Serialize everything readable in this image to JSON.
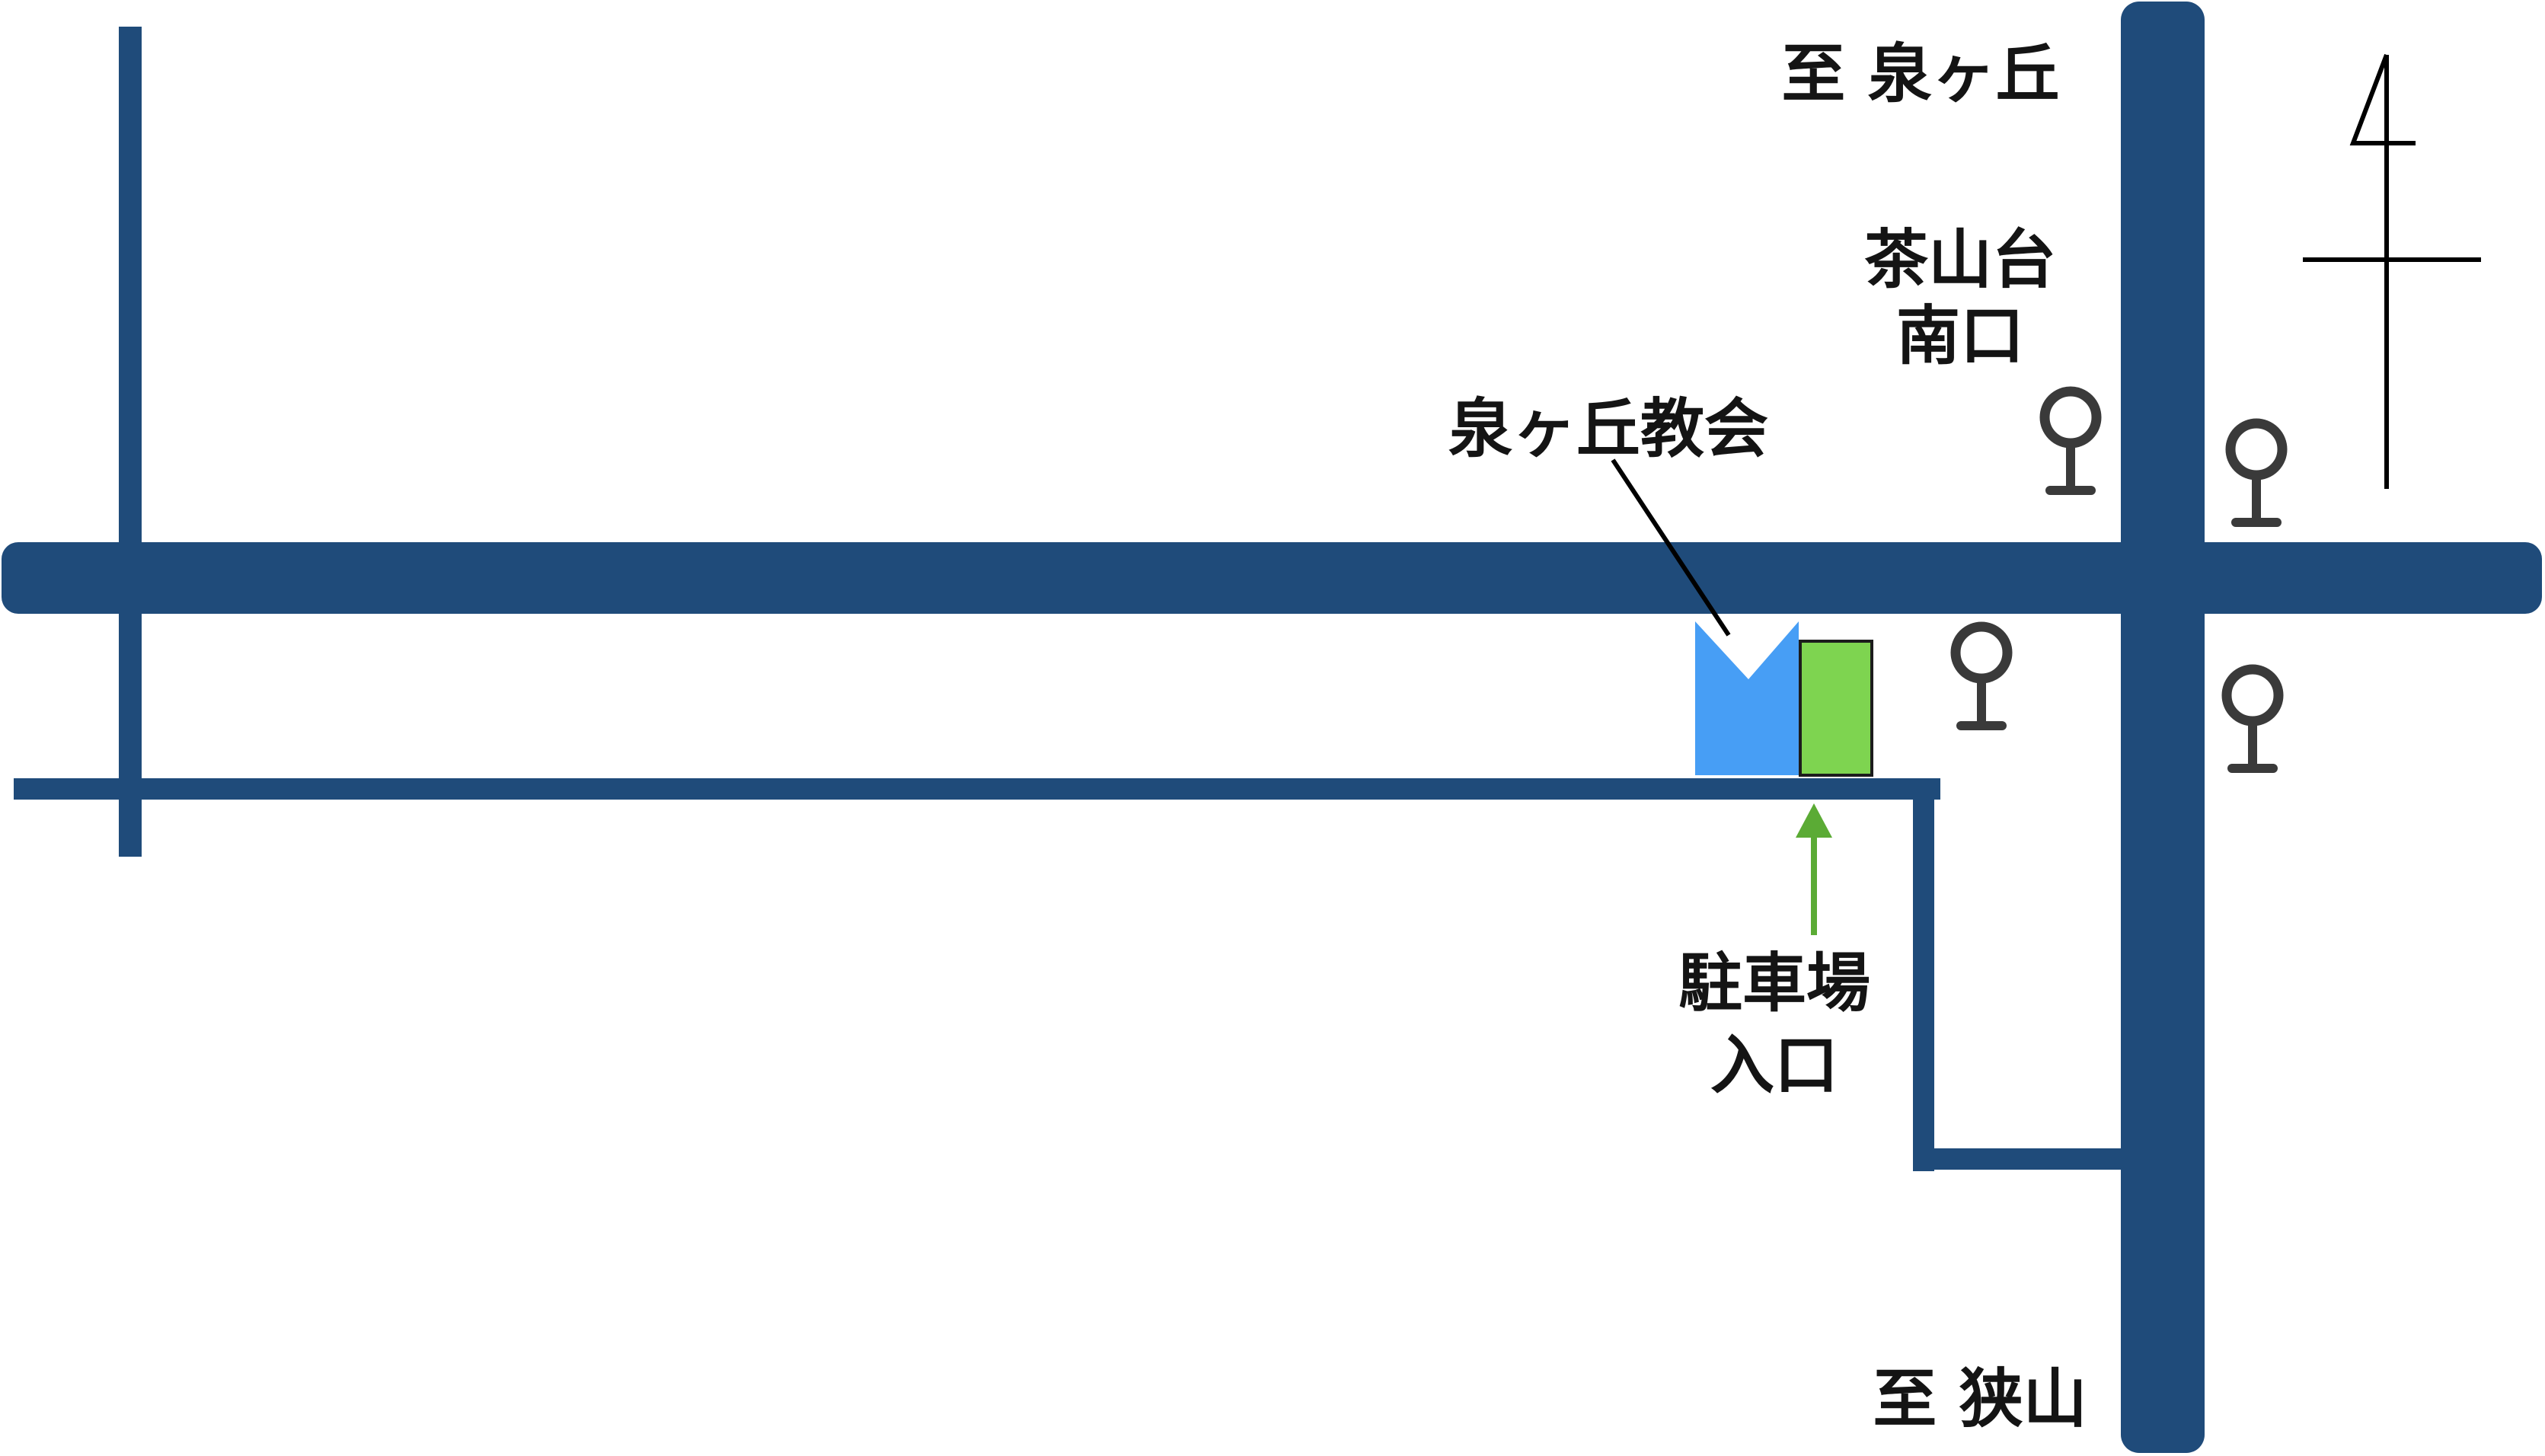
{
  "labels": {
    "to_north": "至 泉ヶ丘",
    "to_south": "至 狭山",
    "bus_stop_line1": "茶山台",
    "bus_stop_line2": "南口",
    "church": "泉ヶ丘教会",
    "parking_line1": "駐車場",
    "parking_line2": "入口"
  },
  "icons": {
    "north_arrow": "north-arrow-icon",
    "bus_stop": "bus-stop-icon",
    "church": "church-icon",
    "parking": "parking-icon",
    "entrance_arrow": "entrance-arrow-icon"
  },
  "colors": {
    "road": "#1f4b7a",
    "church": "#479ef5",
    "parking": "#7ed450",
    "parking_border": "#1c1c1c",
    "entrance_arrow": "#5bab35",
    "bus_stop": "#3a3a3a",
    "text": "#141414"
  }
}
